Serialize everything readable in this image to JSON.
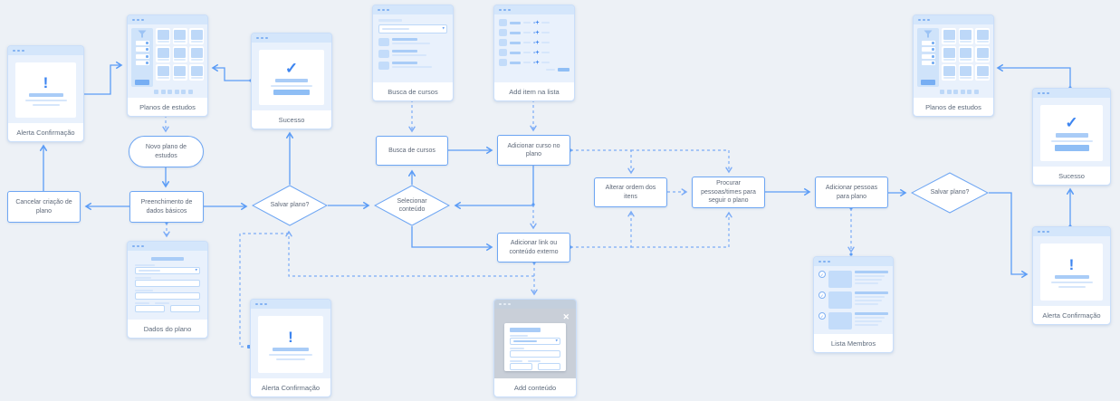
{
  "flow": {
    "novo_plano": "Novo plano de estudos",
    "cancelar_criacao": "Cancelar criação de plano",
    "preenchimento": "Preenchimento de dados básicos",
    "salvar_plano": "Salvar plano?",
    "selecionar_conteudo": "Selecionar conteúdo",
    "busca_cursos": "Busca de cursos",
    "adicionar_curso": "Adicionar curso no plano",
    "adicionar_link": "Adicionar link ou conteúdo externo",
    "alterar_ordem": "Alterar ordem dos itens",
    "procurar_pessoas": "Procurar pessoas/times para seguir o plano",
    "adicionar_pessoas": "Adicionar pessoas para plano",
    "salvar_plano_2": "Salvar plano?"
  },
  "screens": {
    "alerta_left": "Alerta Confirmação",
    "planos_left": "Planos de estudos",
    "sucesso_left": "Sucesso",
    "busca_mock": "Busca de cursos",
    "add_item": "Add item na lista",
    "dados_plano": "Dados do plano",
    "alerta_bottom": "Alerta Confirmação",
    "add_conteudo": "Add conteúdo",
    "lista_membros": "Lista Membros",
    "planos_right": "Planos de estudos",
    "sucesso_right": "Sucesso",
    "alerta_right": "Alerta Confirmação"
  },
  "icons": {
    "check": "✓",
    "exclamation": "!",
    "close": "✕",
    "plus": "+",
    "caret_down": "▾"
  },
  "colors": {
    "canvas_bg": "#edf1f6",
    "solid_wire": "#5b9cf6",
    "dashed_wire": "#7cacf7",
    "node_border": "#6ea6f3",
    "accent_blue": "#3d85f0"
  }
}
